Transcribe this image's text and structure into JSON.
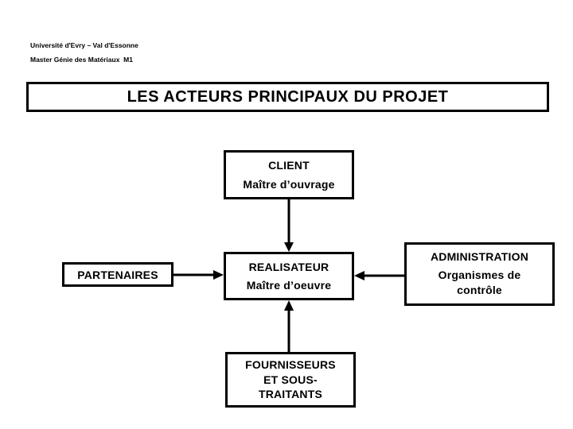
{
  "header": {
    "university": "Université d'Evry – Val d'Essonne",
    "course": "Master Génie des Matériaux  M1"
  },
  "slide_title": "LES ACTEURS PRINCIPAUX DU PROJET",
  "diagram": {
    "nodes": {
      "client": {
        "title": "CLIENT",
        "subtitle": "Maître d’ouvrage"
      },
      "partenaires": {
        "title": "PARTENAIRES"
      },
      "realisateur": {
        "title": "REALISATEUR",
        "subtitle": "Maître d’oeuvre"
      },
      "administration": {
        "title": "ADMINISTRATION",
        "subtitle_line1": "Organismes de",
        "subtitle_line2": "contrôle"
      },
      "fournisseurs": {
        "line1": "FOURNISSEURS",
        "line2": "ET SOUS-",
        "line3": "TRAITANTS"
      }
    },
    "edges": [
      {
        "from": "CLIENT",
        "to": "REALISATEUR",
        "direction": "down"
      },
      {
        "from": "PARTENAIRES",
        "to": "REALISATEUR",
        "direction": "right"
      },
      {
        "from": "ADMINISTRATION",
        "to": "REALISATEUR",
        "direction": "left"
      },
      {
        "from": "FOURNISSEURS ET SOUS-TRAITANTS",
        "to": "REALISATEUR",
        "direction": "up"
      }
    ],
    "colors": {
      "background": "#ffffff",
      "border": "#000000",
      "text": "#000000",
      "arrow": "#000000"
    }
  }
}
